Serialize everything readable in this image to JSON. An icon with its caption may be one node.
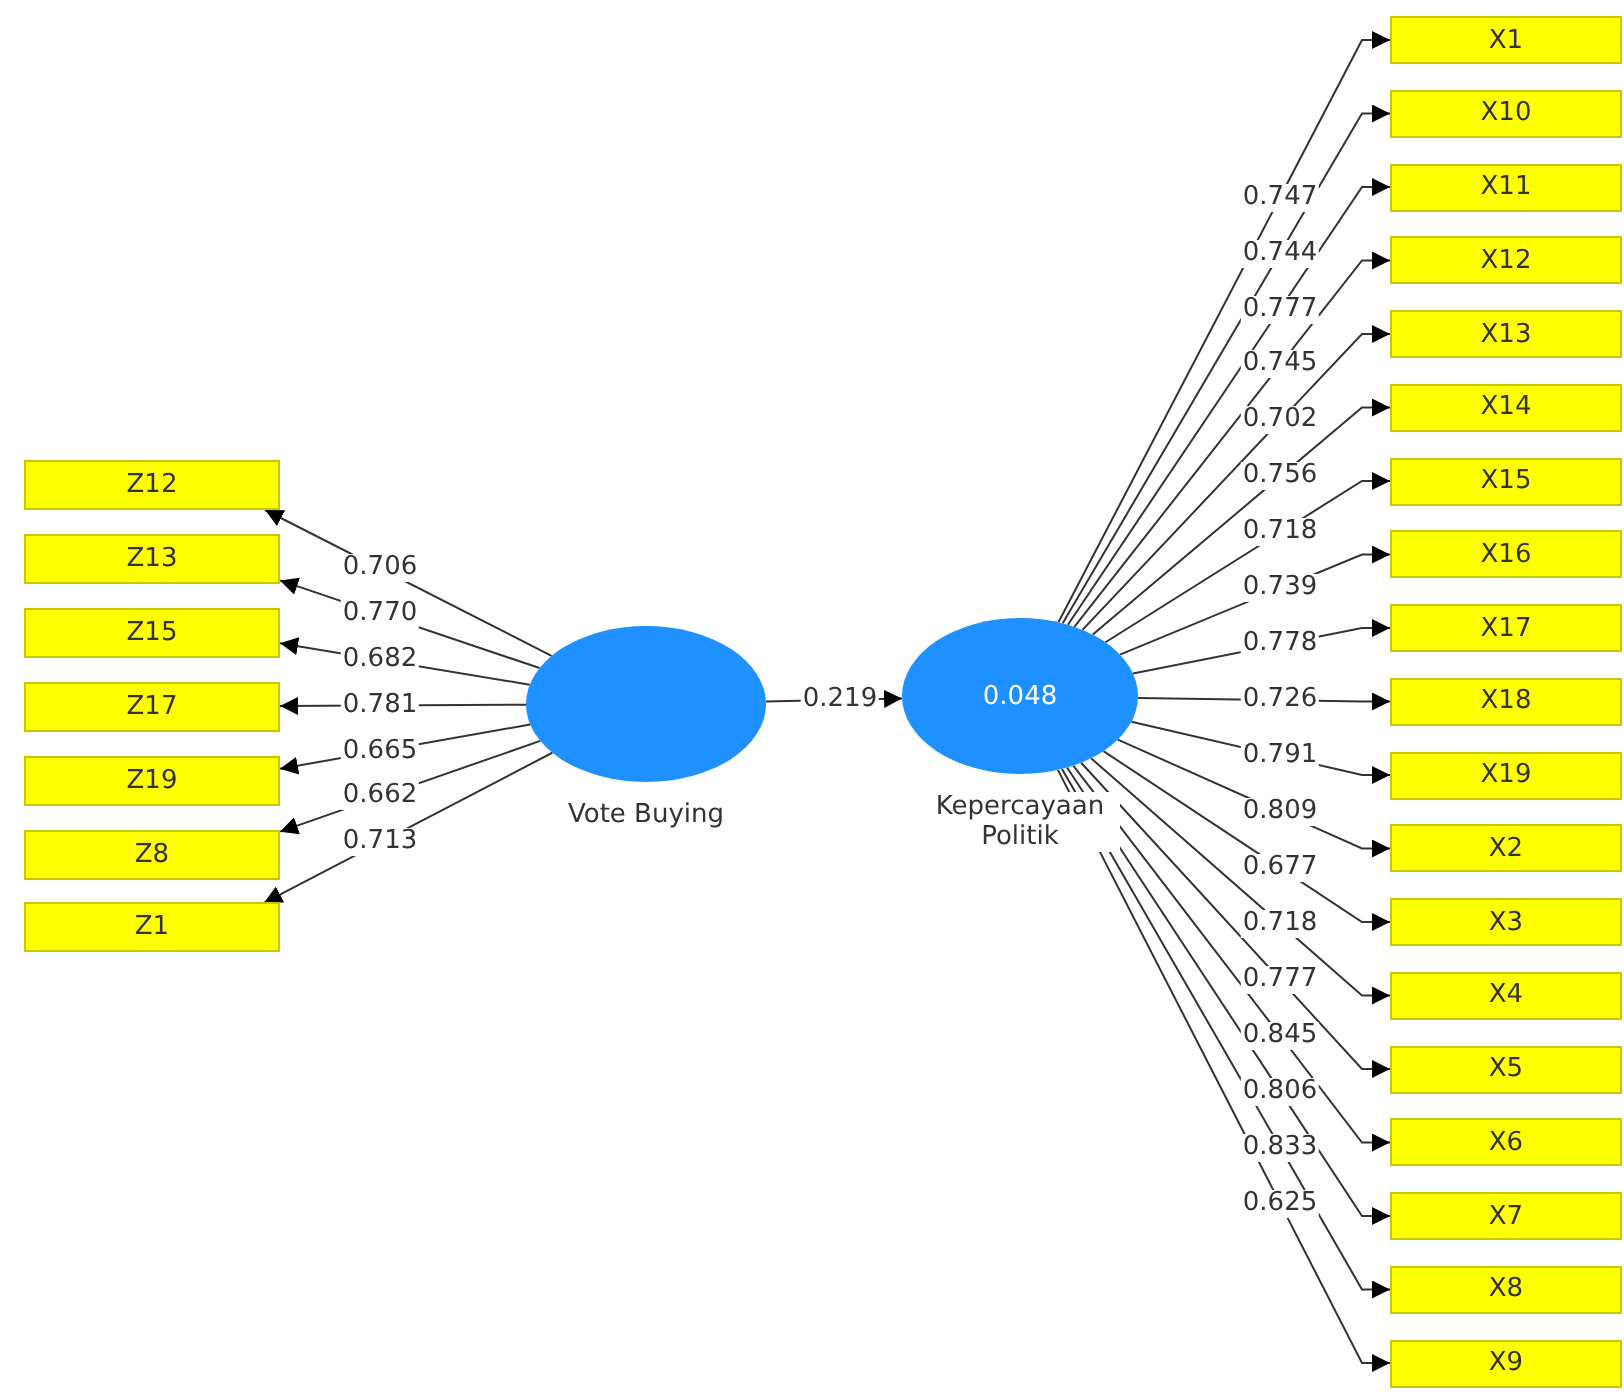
{
  "diagram": {
    "nodes": [
      {
        "text": [
          "Vote Buying"
        ]
      },
      {
        "text": [
          "0.048",
          "Kepercayaan Politik"
        ]
      },
      {
        "text": [
          "Z12"
        ]
      },
      {
        "text": [
          "Z13"
        ]
      },
      {
        "text": [
          "Z15"
        ]
      },
      {
        "text": [
          "Z17"
        ]
      },
      {
        "text": [
          "Z19"
        ]
      },
      {
        "text": [
          "Z8"
        ]
      },
      {
        "text": [
          "Z1"
        ]
      },
      {
        "text": [
          "X1"
        ]
      },
      {
        "text": [
          "X10"
        ]
      },
      {
        "text": [
          "X11"
        ]
      },
      {
        "text": [
          "X12"
        ]
      },
      {
        "text": [
          "X13"
        ]
      },
      {
        "text": [
          "X14"
        ]
      },
      {
        "text": [
          "X15"
        ]
      },
      {
        "text": [
          "X16"
        ]
      },
      {
        "text": [
          "X17"
        ]
      },
      {
        "text": [
          "X18"
        ]
      },
      {
        "text": [
          "X19"
        ]
      },
      {
        "text": [
          "X2"
        ]
      },
      {
        "text": [
          "X3"
        ]
      },
      {
        "text": [
          "X4"
        ]
      },
      {
        "text": [
          "X5"
        ]
      },
      {
        "text": [
          "X6"
        ]
      },
      {
        "text": [
          "X7"
        ]
      },
      {
        "text": [
          "X8"
        ]
      },
      {
        "text": [
          "X9"
        ]
      }
    ],
    "edges": [
      {
        "from": 0,
        "to": 2,
        "arrow": "to",
        "label": "0.706"
      },
      {
        "from": 0,
        "to": 3,
        "arrow": "to",
        "label": "0.770"
      },
      {
        "from": 0,
        "to": 4,
        "arrow": "to",
        "label": "0.682"
      },
      {
        "from": 0,
        "to": 5,
        "arrow": "to",
        "label": "0.781"
      },
      {
        "from": 0,
        "to": 6,
        "arrow": "to",
        "label": "0.665"
      },
      {
        "from": 0,
        "to": 7,
        "arrow": "to",
        "label": "0.662"
      },
      {
        "from": 0,
        "to": 8,
        "arrow": "to",
        "label": "0.713"
      },
      {
        "from": 0,
        "to": 1,
        "arrow": "to",
        "label": "0.219"
      },
      {
        "from": 1,
        "to": 9,
        "arrow": "to",
        "label": "0.747"
      },
      {
        "from": 1,
        "to": 10,
        "arrow": "to",
        "label": "0.744"
      },
      {
        "from": 1,
        "to": 11,
        "arrow": "to",
        "label": "0.777"
      },
      {
        "from": 1,
        "to": 12,
        "arrow": "to",
        "label": "0.745"
      },
      {
        "from": 1,
        "to": 13,
        "arrow": "to",
        "label": "0.702"
      },
      {
        "from": 1,
        "to": 14,
        "arrow": "to",
        "label": "0.756"
      },
      {
        "from": 1,
        "to": 15,
        "arrow": "to",
        "label": "0.718"
      },
      {
        "from": 1,
        "to": 16,
        "arrow": "to",
        "label": "0.739"
      },
      {
        "from": 1,
        "to": 17,
        "arrow": "to",
        "label": "0.778"
      },
      {
        "from": 1,
        "to": 18,
        "arrow": "to",
        "label": "0.726"
      },
      {
        "from": 1,
        "to": 19,
        "arrow": "to",
        "label": "0.791"
      },
      {
        "from": 1,
        "to": 20,
        "arrow": "to",
        "label": "0.809"
      },
      {
        "from": 1,
        "to": 21,
        "arrow": "to",
        "label": "0.677"
      },
      {
        "from": 1,
        "to": 22,
        "arrow": "to",
        "label": "0.718"
      },
      {
        "from": 1,
        "to": 23,
        "arrow": "to",
        "label": "0.777"
      },
      {
        "from": 1,
        "to": 24,
        "arrow": "to",
        "label": "0.845"
      },
      {
        "from": 1,
        "to": 25,
        "arrow": "to",
        "label": "0.806"
      },
      {
        "from": 1,
        "to": 26,
        "arrow": "to",
        "label": "0.833"
      },
      {
        "from": 1,
        "to": 27,
        "arrow": "to",
        "label": "0.625"
      }
    ]
  }
}
